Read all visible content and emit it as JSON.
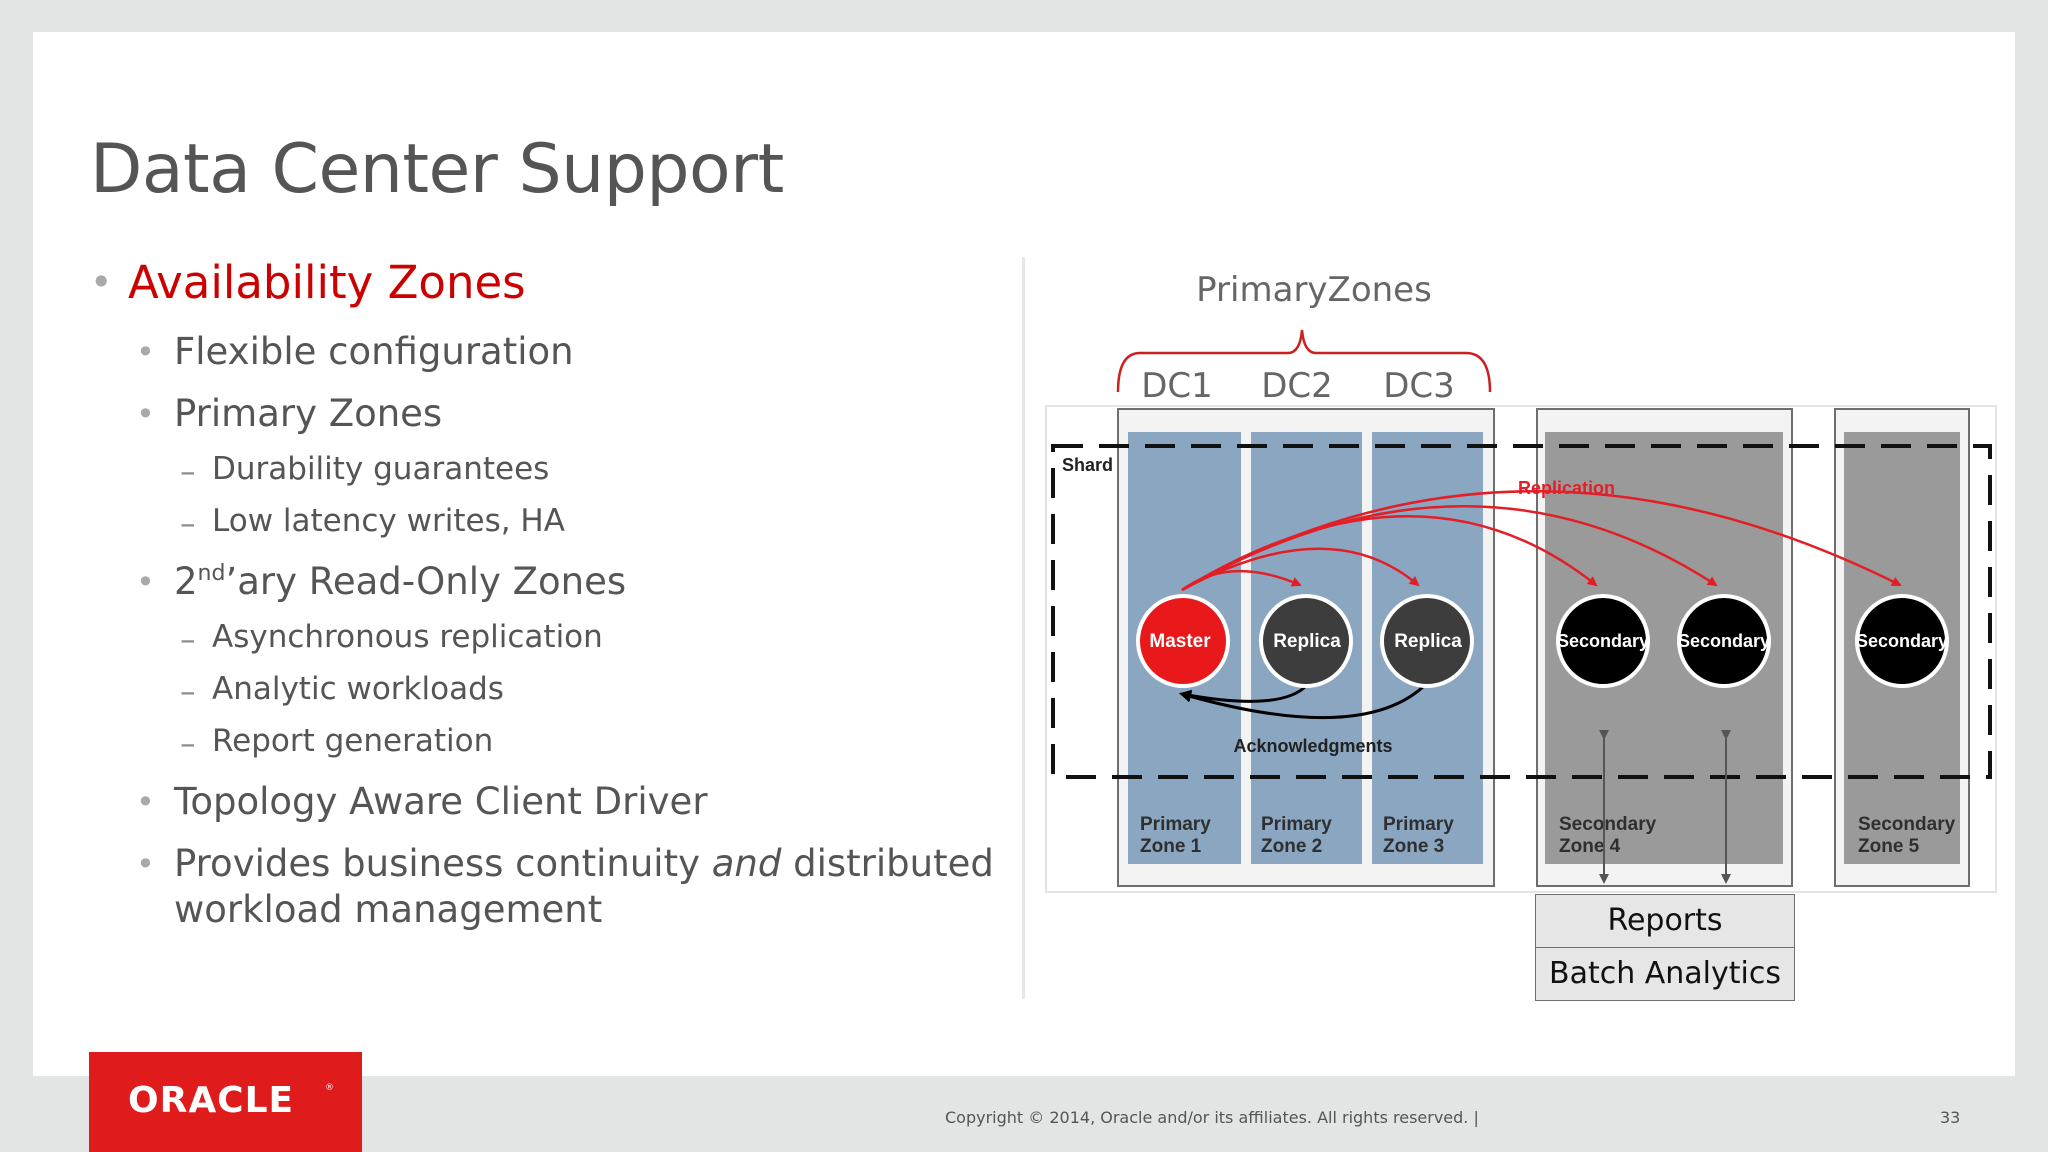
{
  "slide": {
    "title": "Data Center Support",
    "page_number": "33",
    "copyright": "Copyright © 2014, Oracle and/or its affiliates. All rights reserved.  |",
    "logo_text": "ORACLE"
  },
  "bullets": {
    "l1": "Availability Zones",
    "flexible": "Flexible configuration",
    "primary_zones": "Primary Zones",
    "durability": "Durability guarantees",
    "low_latency": "Low latency writes, HA",
    "secondary_pre": "2",
    "secondary_sup": "nd",
    "secondary_post": "’ary Read-Only Zones",
    "async": "Asynchronous replication",
    "analytic": "Analytic workloads",
    "report_gen": "Report generation",
    "topology": "Topology Aware Client Driver",
    "provides_1a": "Provides business continuity ",
    "provides_1b": "and",
    "provides_1c": " distributed",
    "provides_2": "workload management"
  },
  "diagram": {
    "group_label": "PrimaryZones",
    "dc_labels": [
      "DC1",
      "DC2",
      "DC3"
    ],
    "shard_label": "Shard",
    "replication_label": "Replication",
    "ack_label": "Acknowledgments",
    "nodes": [
      "Master",
      "Replica",
      "Replica",
      "Secondary",
      "Secondary",
      "Secondary"
    ],
    "zones": [
      {
        "line1": "Primary",
        "line2": "Zone 1"
      },
      {
        "line1": "Primary",
        "line2": "Zone 2"
      },
      {
        "line1": "Primary",
        "line2": "Zone 3"
      },
      {
        "line1": "Secondary",
        "line2": "Zone 4"
      },
      {
        "line1": "Secondary",
        "line2": "Zone 5"
      }
    ],
    "reports": "Reports",
    "batch": "Batch Analytics",
    "colors": {
      "primary_zone": "#8aa6c1",
      "secondary_zone": "#9a9a9a",
      "master": "#e8181b",
      "replica": "#3d3d3d",
      "secondary_node": "#000000",
      "replication_arrow": "#e21f26",
      "accent_red": "#cc0000"
    }
  }
}
